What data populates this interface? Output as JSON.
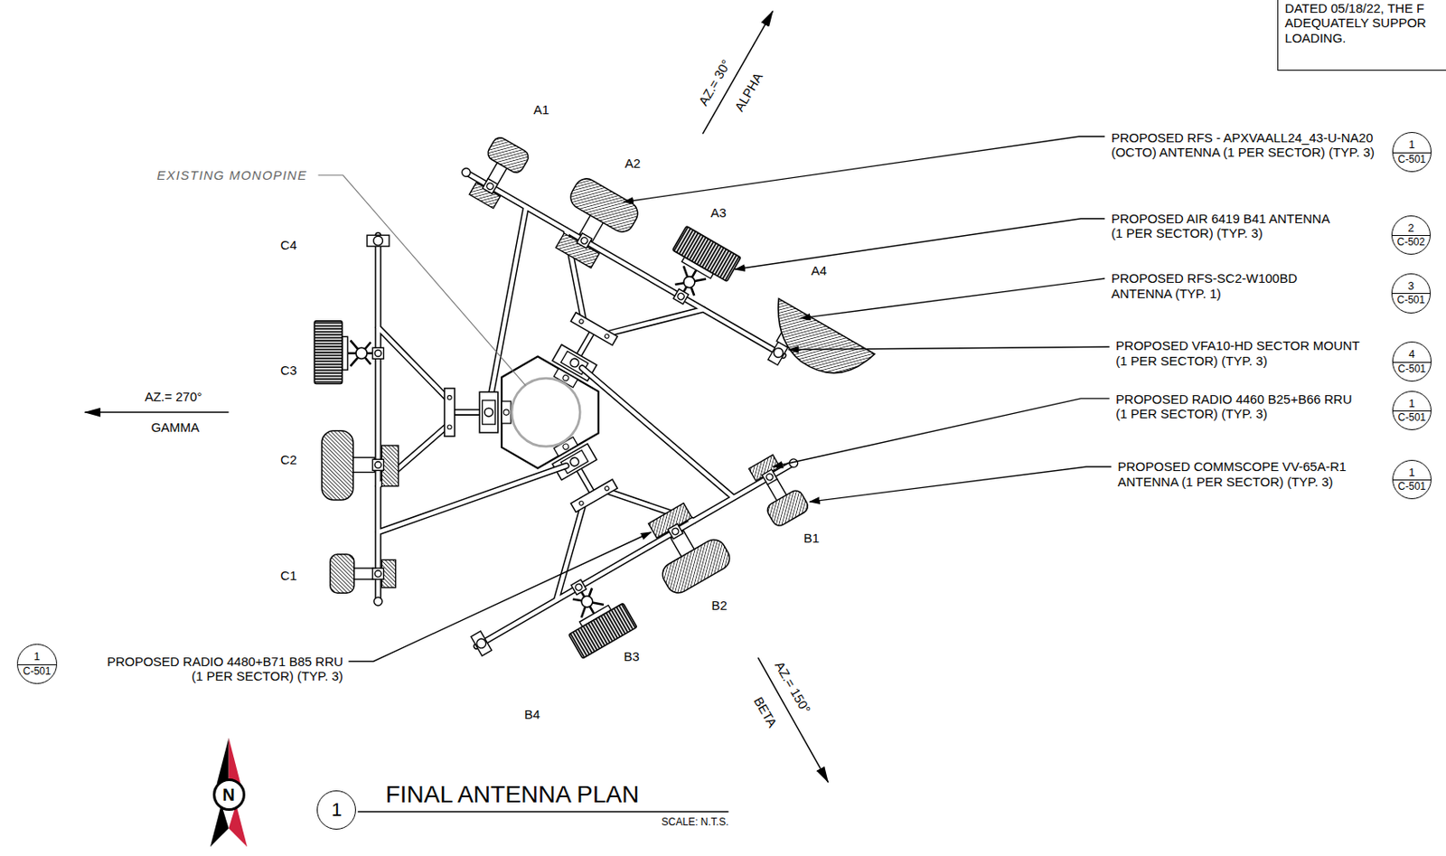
{
  "diagram": {
    "title": "FINAL ANTENNA PLAN",
    "nodes": [
      {
        "text": [
          "DATED 05/18/22, THE F ADEQUATELY SUPPOR LOADING."
        ]
      },
      {
        "text": [
          "1",
          "C-501"
        ]
      },
      {
        "text": [
          "2",
          "C-502"
        ]
      },
      {
        "text": [
          "3",
          "C-501"
        ]
      },
      {
        "text": [
          "4",
          "C-501"
        ]
      },
      {
        "text": [
          "1",
          "C-501"
        ]
      },
      {
        "text": [
          "1",
          "C-501"
        ]
      },
      {
        "text": [
          "1",
          "C-501"
        ]
      },
      {
        "text": [
          "1"
        ]
      },
      {
        "text": [
          "N"
        ]
      }
    ],
    "labels": [
      "A1",
      "A2",
      "A3",
      "A4",
      "AZ.= 30°",
      "ALPHA",
      "EXISTING MONOPINE",
      "PROPOSED RFS - APXVAALL24_43-U-NA20 (OCTO) ANTENNA (1 PER SECTOR) (TYP. 3)",
      "PROPOSED AIR 6419 B41 ANTENNA (1 PER SECTOR) (TYP. 3)",
      "PROPOSED RFS-SC2-W100BD ANTENNA (TYP. 1)",
      "PROPOSED VFA10-HD SECTOR MOUNT (1 PER SECTOR) (TYP. 3)",
      "PROPOSED RADIO 4460 B25+B66 RRU (1 PER SECTOR) (TYP. 3)",
      "PROPOSED COMMSCOPE VV-65A-R1 ANTENNA (1 PER SECTOR) (TYP. 3)",
      "C4",
      "C3",
      "AZ.= 270°",
      "GAMMA",
      "C2",
      "C1",
      "B1",
      "B2",
      "B3",
      "B4",
      "PROPOSED RADIO 4480+B71 B85 RRU (1 PER SECTOR) (TYP. 3)",
      "AZ.= 150°",
      "BETA",
      "SCALE: N.T.S."
    ]
  }
}
